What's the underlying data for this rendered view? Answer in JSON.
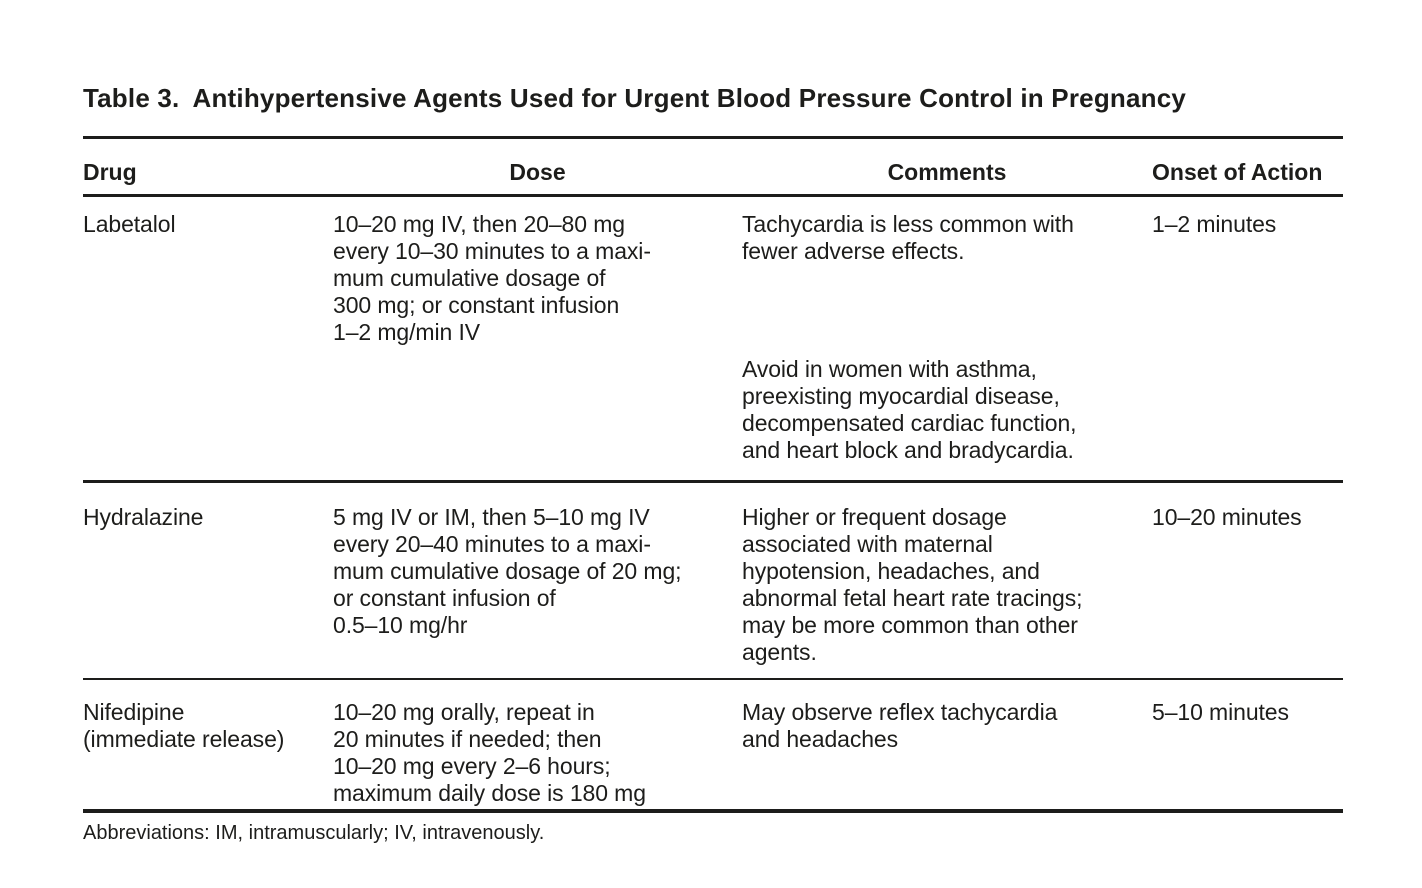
{
  "page": {
    "background": "#ffffff",
    "text_color": "#1d1d1b"
  },
  "table": {
    "title_label": "Table 3.",
    "title": "Antihypertensive Agents Used for Urgent Blood Pressure Control in Pregnancy",
    "columns": [
      "Drug",
      "Dose",
      "Comments",
      "Onset of Action"
    ],
    "rows": [
      {
        "drug": [
          "Labetalol"
        ],
        "dose": [
          "10–20 mg IV, then 20–80 mg",
          "every 10–30 minutes to a maxi-",
          "mum cumulative dosage of",
          "300 mg; or constant infusion",
          "1–2 mg/min IV"
        ],
        "comments": [
          [
            "Tachycardia is less common with",
            "fewer adverse effects."
          ],
          [
            "Avoid in women with asthma,",
            "preexisting myocardial disease,",
            "decompensated cardiac function,",
            "and heart block and bradycardia."
          ]
        ],
        "onset": "1–2 minutes"
      },
      {
        "drug": [
          "Hydralazine"
        ],
        "dose": [
          "5 mg IV or IM, then 5–10 mg IV",
          "every 20–40 minutes to a maxi-",
          "mum cumulative dosage of 20 mg;",
          "or constant infusion of",
          "0.5–10 mg/hr"
        ],
        "comments": [
          [
            "Higher or frequent dosage",
            "associated with maternal",
            "hypotension, headaches, and",
            "abnormal fetal heart rate tracings;",
            "may be more common than other",
            "agents."
          ]
        ],
        "onset": "10–20 minutes"
      },
      {
        "drug": [
          "Nifedipine",
          "(immediate release)"
        ],
        "dose": [
          "10–20 mg orally, repeat in",
          "20 minutes if needed; then",
          "10–20 mg every 2–6 hours;",
          "maximum daily dose is 180 mg"
        ],
        "comments": [
          [
            "May observe reflex tachycardia",
            "and headaches"
          ]
        ],
        "onset": "5–10 minutes"
      }
    ],
    "footnote": "Abbreviations: IM, intramuscularly; IV, intravenously."
  }
}
